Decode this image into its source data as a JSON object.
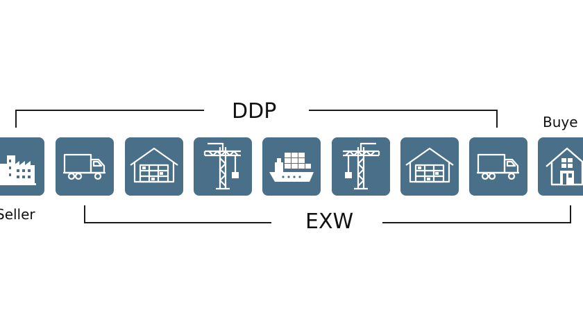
{
  "diagram": {
    "top_label": "DDP",
    "bottom_label": "EXW",
    "seller_label": "Seller",
    "buyer_label": "Buye",
    "tile_color": "#4a7089",
    "icon_color": "#ffffff",
    "line_color": "#1a1a1a",
    "steps": [
      {
        "icon": "factory-icon"
      },
      {
        "icon": "truck-icon"
      },
      {
        "icon": "warehouse-icon"
      },
      {
        "icon": "crane-icon"
      },
      {
        "icon": "cargo-ship-icon"
      },
      {
        "icon": "crane-icon"
      },
      {
        "icon": "warehouse-icon"
      },
      {
        "icon": "truck-icon"
      },
      {
        "icon": "house-icon"
      }
    ]
  }
}
